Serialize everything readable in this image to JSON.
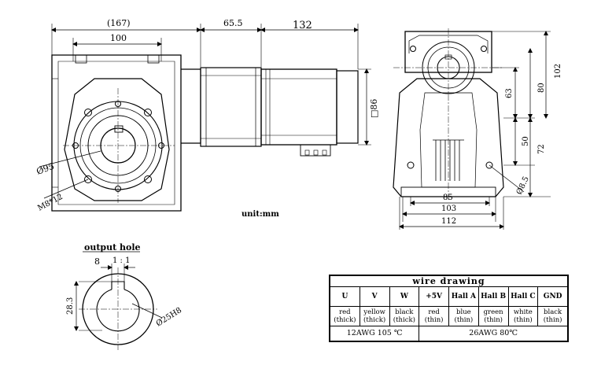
{
  "front_view": {
    "dim_overall": "(167)",
    "dim_flange": "100",
    "dim_bore": "Ø95",
    "dim_bolts": "M8*12"
  },
  "side_view": {
    "dim_motor_neck": "65.5",
    "dim_motor_length": "132",
    "dim_square": "□86"
  },
  "right_view": {
    "dim_102": "102",
    "dim_80": "80",
    "dim_63": "63",
    "dim_72": "72",
    "dim_50": "50",
    "dim_85": "85",
    "dim_103": "103",
    "dim_112": "112",
    "dim_hole": "Ø8.5"
  },
  "unit_label": "unit:mm",
  "output_hole": {
    "title": "output hole",
    "dim_key": "8",
    "dim_ratio": "1 : 1",
    "dim_height": "28.3",
    "dim_bore": "Ø25H8"
  },
  "wire_table": {
    "title": "wire drawing",
    "columns": [
      {
        "pin": "U",
        "color": "red",
        "thickness": "(thick)"
      },
      {
        "pin": "V",
        "color": "yellow",
        "thickness": "(thick)"
      },
      {
        "pin": "W",
        "color": "black",
        "thickness": "(thick)"
      },
      {
        "pin": "+5V",
        "color": "red",
        "thickness": "(thin)"
      },
      {
        "pin": "Hall A",
        "color": "blue",
        "thickness": "(thin)"
      },
      {
        "pin": "Hall B",
        "color": "green",
        "thickness": "(thin)"
      },
      {
        "pin": "Hall C",
        "color": "white",
        "thickness": "(thin)"
      },
      {
        "pin": "GND",
        "color": "black",
        "thickness": "(thin)"
      }
    ],
    "gauge_thick": "12AWG 105 ℃",
    "gauge_thin": "26AWG 80℃"
  }
}
